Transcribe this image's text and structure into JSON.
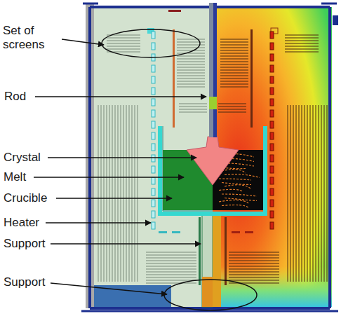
{
  "diagram": {
    "labels": [
      "Set of screens",
      "Rod",
      "Crystal",
      "Melt",
      "Crucible",
      "Heater",
      "Support",
      "Support"
    ]
  }
}
